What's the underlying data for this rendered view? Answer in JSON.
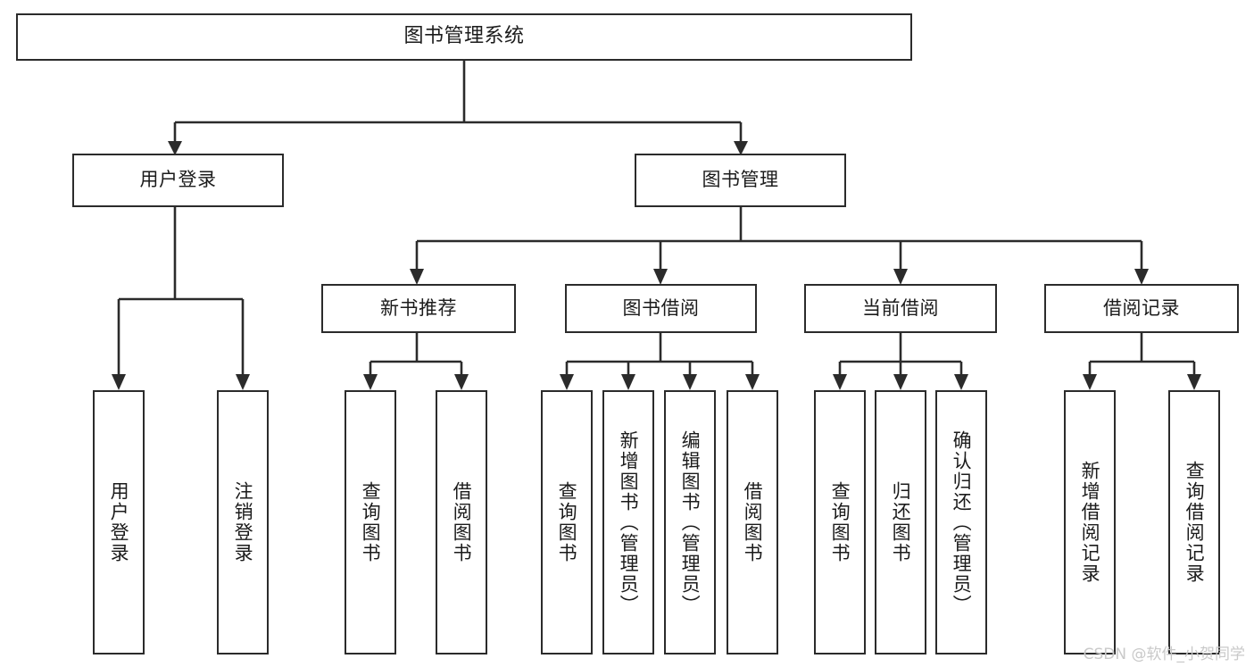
{
  "diagram": {
    "title": "图书管理系统",
    "type": "tree-hierarchy",
    "watermark": "CSDN @软件_小贺同学",
    "colors": {
      "border": "#2b2b2b",
      "background": "#ffffff",
      "text": "#1b1b1b",
      "watermark": "#c9c9c9"
    }
  },
  "nodes": {
    "root": {
      "label": "图书管理系统"
    },
    "level1": [
      {
        "label": "用户登录"
      },
      {
        "label": "图书管理"
      }
    ],
    "level2": [
      {
        "label": "新书推荐"
      },
      {
        "label": "图书借阅"
      },
      {
        "label": "当前借阅"
      },
      {
        "label": "借阅记录"
      }
    ],
    "leaves": {
      "user_login": [
        {
          "label": "用户登录"
        },
        {
          "label": "注销登录"
        }
      ],
      "new_book": [
        {
          "label": "查询图书"
        },
        {
          "label": "借阅图书"
        }
      ],
      "borrow": [
        {
          "label": "查询图书"
        },
        {
          "label": "新增图书（管理员）"
        },
        {
          "label": "编辑图书（管理员）"
        },
        {
          "label": "借阅图书"
        }
      ],
      "current": [
        {
          "label": "查询图书"
        },
        {
          "label": "归还图书"
        },
        {
          "label": "确认归还（管理员）"
        }
      ],
      "records": [
        {
          "label": "新增借阅记录"
        },
        {
          "label": "查询借阅记录"
        }
      ]
    }
  }
}
